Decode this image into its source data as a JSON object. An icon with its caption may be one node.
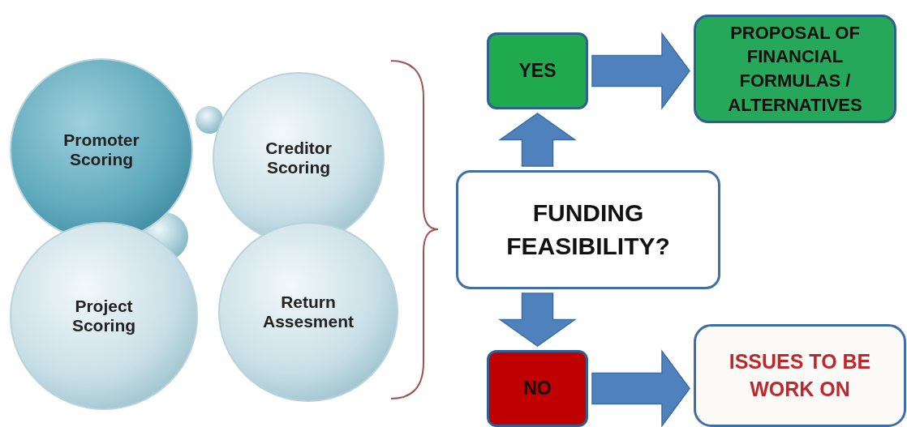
{
  "diagram": {
    "nodes": [
      {
        "text": [
          "Promoter Scoring"
        ]
      },
      {
        "text": [
          "Creditor Scoring"
        ]
      },
      {
        "text": [
          "Project Scoring"
        ]
      },
      {
        "text": [
          "Return Assesment"
        ]
      },
      {
        "text": [
          "FUNDING FEASIBILITY?"
        ]
      },
      {
        "text": [
          "YES"
        ]
      },
      {
        "text": [
          "PROPOSAL OF FINANCIAL FORMULAS / ALTERNATIVES"
        ]
      },
      {
        "text": [
          "NO"
        ]
      },
      {
        "text": [
          "ISSUES TO BE WORK ON"
        ]
      }
    ],
    "edges": [
      {
        "from": 4,
        "to": 5,
        "arrow": "to"
      },
      {
        "from": 5,
        "to": 6,
        "arrow": "to"
      },
      {
        "from": 4,
        "to": 7,
        "arrow": "to"
      },
      {
        "from": 7,
        "to": 8,
        "arrow": "to"
      }
    ]
  }
}
